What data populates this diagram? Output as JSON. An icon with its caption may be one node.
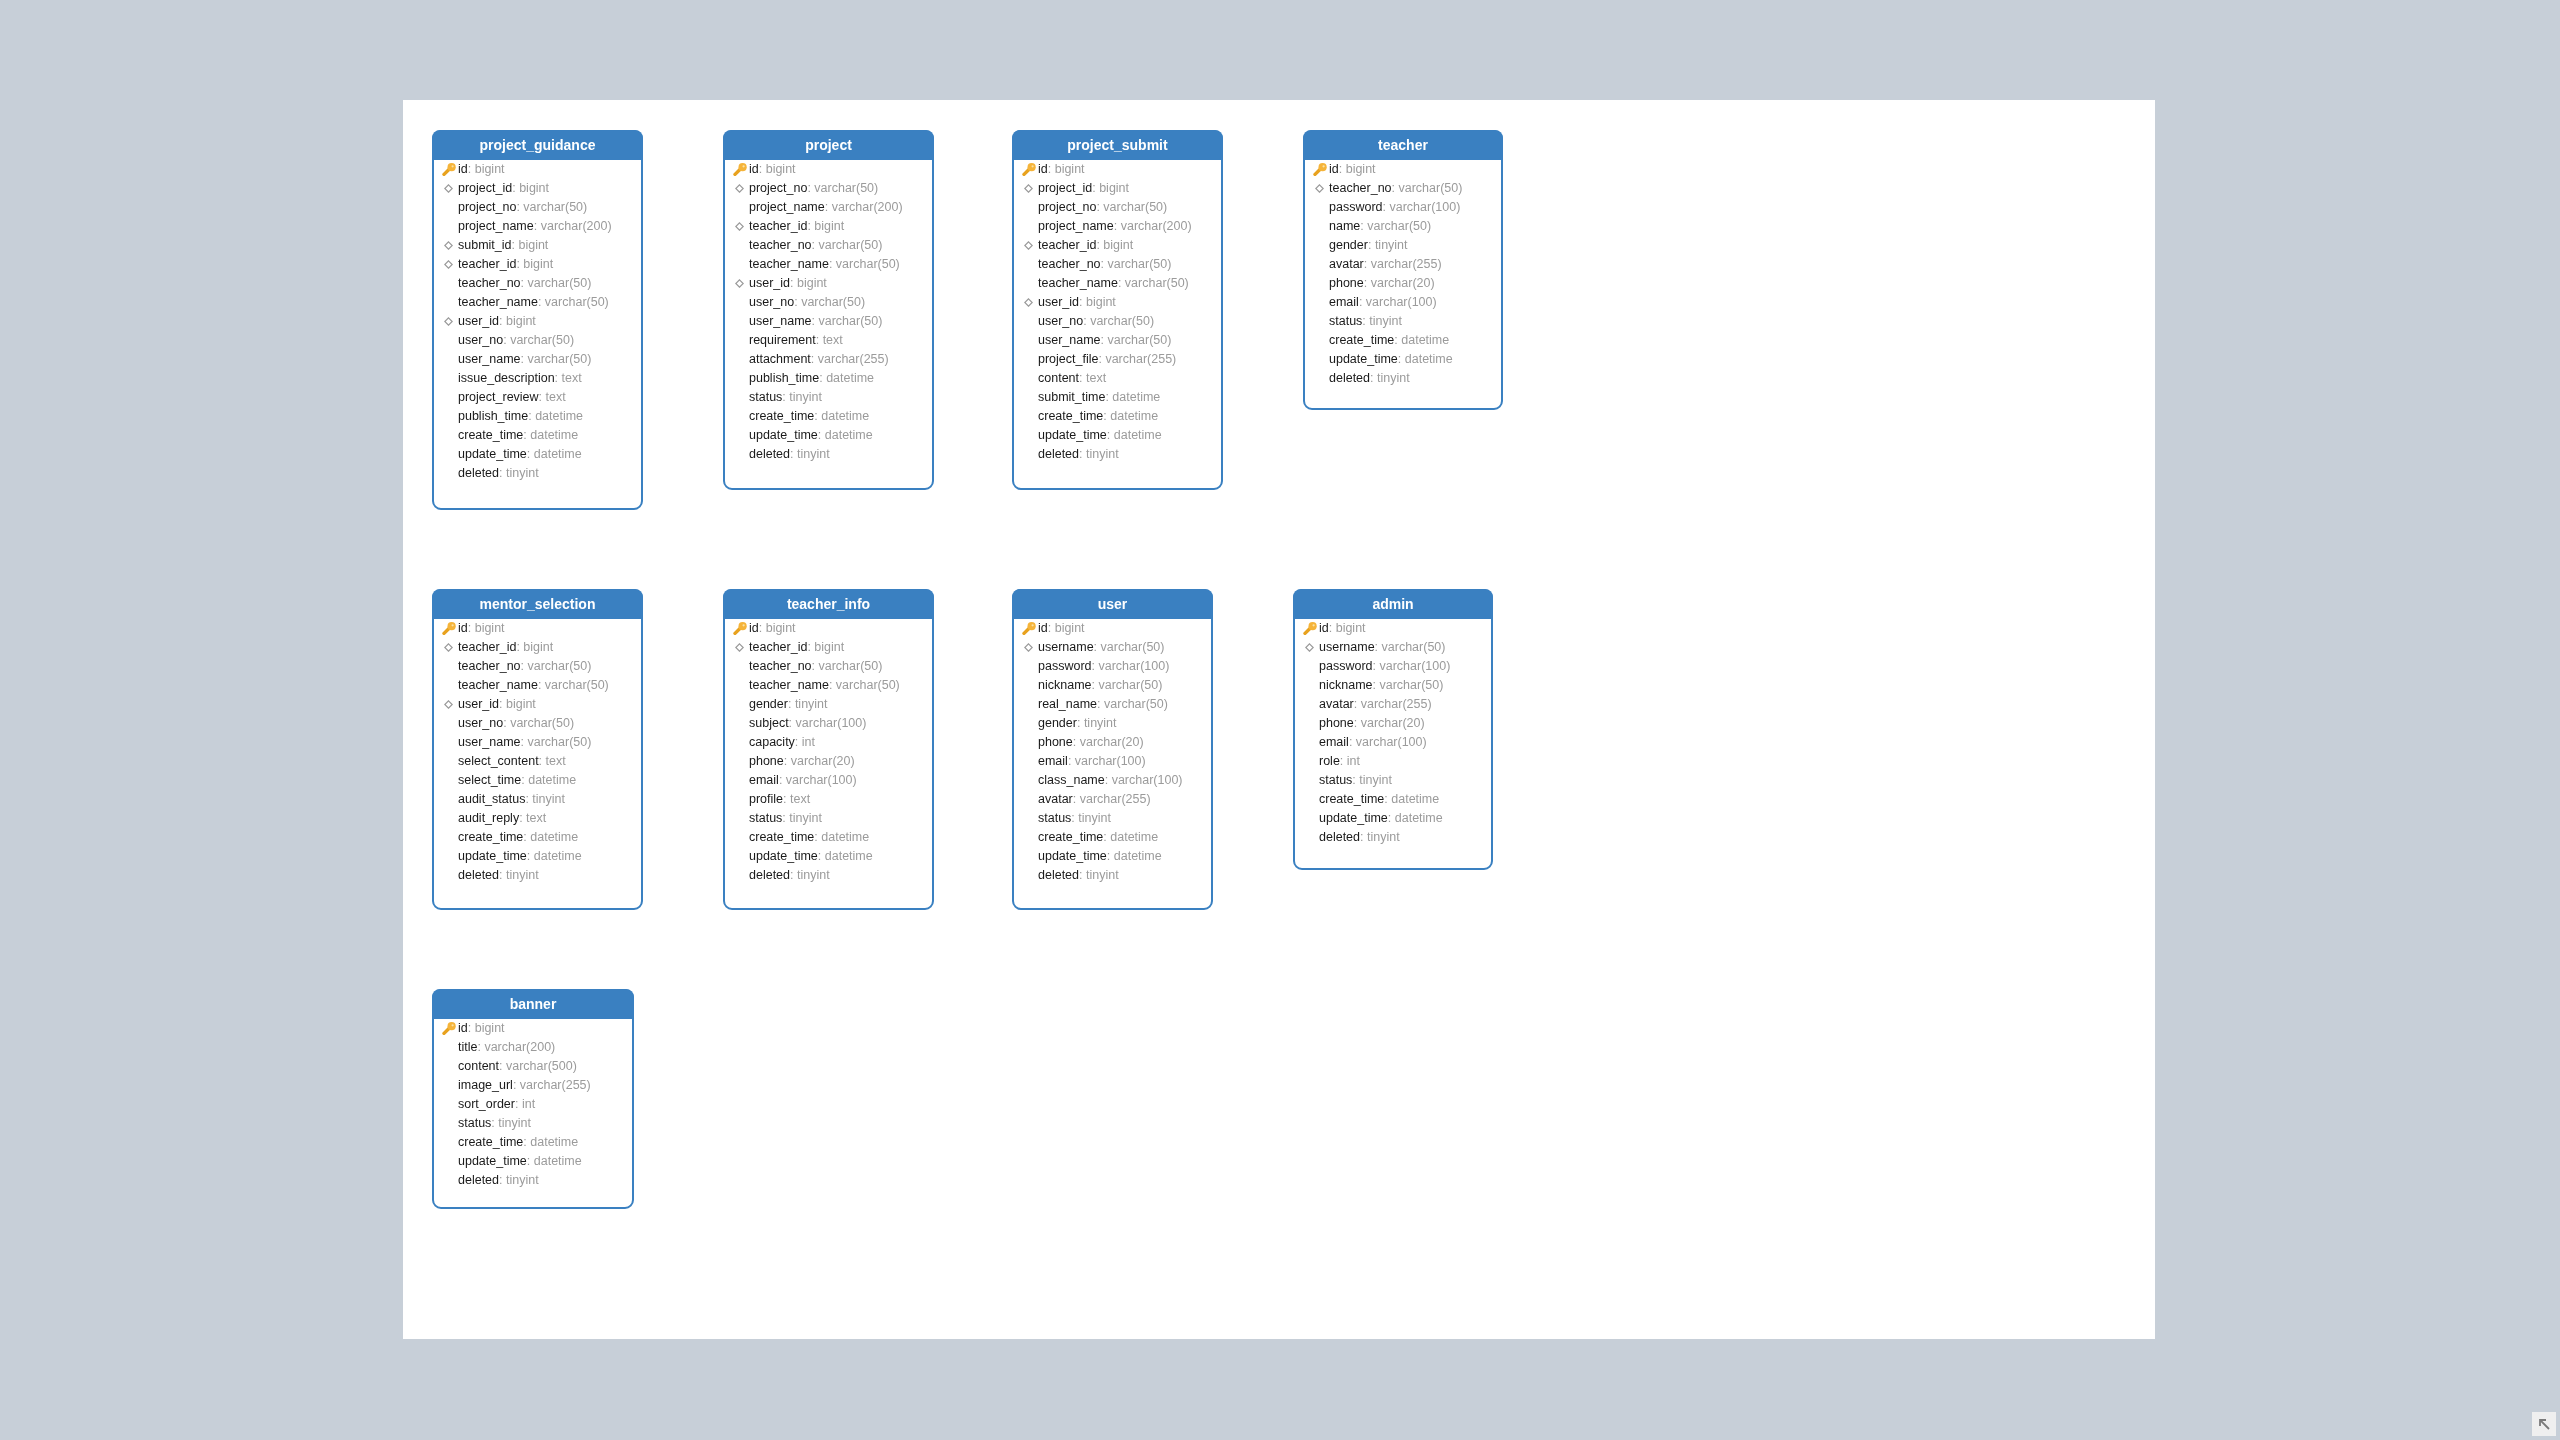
{
  "diagram": {
    "nodes": [
      {
        "text": [
          "project_guidance",
          "id: bigint",
          "project_id: bigint",
          "project_no: varchar(50)",
          "project_name: varchar(200)",
          "submit_id: bigint",
          "teacher_id: bigint",
          "teacher_no: varchar(50)",
          "teacher_name: varchar(50)",
          "user_id: bigint",
          "user_no: varchar(50)",
          "user_name: varchar(50)",
          "issue_description: text",
          "project_review: text",
          "publish_time: datetime",
          "create_time: datetime",
          "update_time: datetime",
          "deleted: tinyint"
        ]
      },
      {
        "text": [
          "project",
          "id: bigint",
          "project_no: varchar(50)",
          "project_name: varchar(200)",
          "teacher_id: bigint",
          "teacher_no: varchar(50)",
          "teacher_name: varchar(50)",
          "user_id: bigint",
          "user_no: varchar(50)",
          "user_name: varchar(50)",
          "requirement: text",
          "attachment: varchar(255)",
          "publish_time: datetime",
          "status: tinyint",
          "create_time: datetime",
          "update_time: datetime",
          "deleted: tinyint"
        ]
      },
      {
        "text": [
          "project_submit",
          "id: bigint",
          "project_id: bigint",
          "project_no: varchar(50)",
          "project_name: varchar(200)",
          "teacher_id: bigint",
          "teacher_no: varchar(50)",
          "teacher_name: varchar(50)",
          "user_id: bigint",
          "user_no: varchar(50)",
          "user_name: varchar(50)",
          "project_file: varchar(255)",
          "content: text",
          "submit_time: datetime",
          "create_time: datetime",
          "update_time: datetime",
          "deleted: tinyint"
        ]
      },
      {
        "text": [
          "teacher",
          "id: bigint",
          "teacher_no: varchar(50)",
          "password: varchar(100)",
          "name: varchar(50)",
          "gender: tinyint",
          "avatar: varchar(255)",
          "phone: varchar(20)",
          "email: varchar(100)",
          "status: tinyint",
          "create_time: datetime",
          "update_time: datetime",
          "deleted: tinyint"
        ]
      },
      {
        "text": [
          "mentor_selection",
          "id: bigint",
          "teacher_id: bigint",
          "teacher_no: varchar(50)",
          "teacher_name: varchar(50)",
          "user_id: bigint",
          "user_no: varchar(50)",
          "user_name: varchar(50)",
          "select_content: text",
          "select_time: datetime",
          "audit_status: tinyint",
          "audit_reply: text",
          "create_time: datetime",
          "update_time: datetime",
          "deleted: tinyint"
        ]
      },
      {
        "text": [
          "teacher_info",
          "id: bigint",
          "teacher_id: bigint",
          "teacher_no: varchar(50)",
          "teacher_name: varchar(50)",
          "gender: tinyint",
          "subject: varchar(100)",
          "capacity: int",
          "phone: varchar(20)",
          "email: varchar(100)",
          "profile: text",
          "status: tinyint",
          "create_time: datetime",
          "update_time: datetime",
          "deleted: tinyint"
        ]
      },
      {
        "text": [
          "user",
          "id: bigint",
          "username: varchar(50)",
          "password: varchar(100)",
          "nickname: varchar(50)",
          "real_name: varchar(50)",
          "gender: tinyint",
          "phone: varchar(20)",
          "email: varchar(100)",
          "class_name: varchar(100)",
          "avatar: varchar(255)",
          "status: tinyint",
          "create_time: datetime",
          "update_time: datetime",
          "deleted: tinyint"
        ]
      },
      {
        "text": [
          "admin",
          "id: bigint",
          "username: varchar(50)",
          "password: varchar(100)",
          "nickname: varchar(50)",
          "avatar: varchar(255)",
          "phone: varchar(20)",
          "email: varchar(100)",
          "role: int",
          "status: tinyint",
          "create_time: datetime",
          "update_time: datetime",
          "deleted: tinyint"
        ]
      },
      {
        "text": [
          "banner",
          "id: bigint",
          "title: varchar(200)",
          "content: varchar(500)",
          "image_url: varchar(255)",
          "sort_order: int",
          "status: tinyint",
          "create_time: datetime",
          "update_time: datetime",
          "deleted: tinyint"
        ]
      }
    ]
  }
}
